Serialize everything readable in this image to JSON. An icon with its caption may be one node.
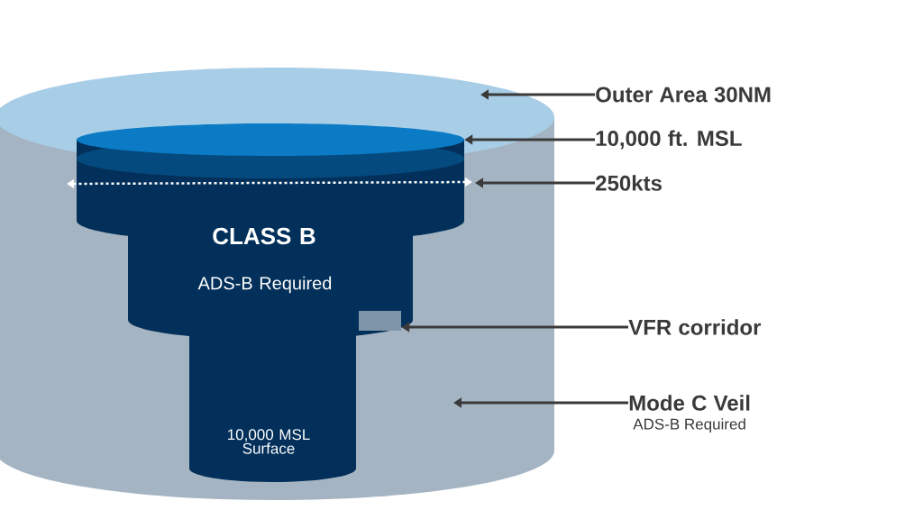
{
  "diagram": {
    "nodes": [
      {
        "text": [],
        "shape": "cylinder"
      },
      {
        "text": [
          "CLASS B",
          "ADS-B Required",
          "10,000 MSL Surface"
        ],
        "in": 0
      },
      {
        "text": [],
        "shape": "box",
        "in": 1
      },
      {
        "text": [
          "Outer Area 30NM"
        ]
      },
      {
        "text": [
          "10,000 ft. MSL"
        ]
      },
      {
        "text": [
          "250kts"
        ]
      },
      {
        "text": [
          "VFR corridor"
        ]
      },
      {
        "text": [
          "Mode C Veil"
        ],
        "beside": [
          "ADS-B Required"
        ]
      }
    ],
    "edges": [
      {
        "from": 3,
        "to": 0,
        "arrow": "to"
      },
      {
        "from": 4,
        "to": 1,
        "arrow": "to"
      },
      {
        "from": 5,
        "to": null,
        "arrow": "to"
      },
      {
        "from": 6,
        "to": 2,
        "arrow": "to"
      },
      {
        "from": 7,
        "to": 0,
        "arrow": "to"
      }
    ]
  }
}
